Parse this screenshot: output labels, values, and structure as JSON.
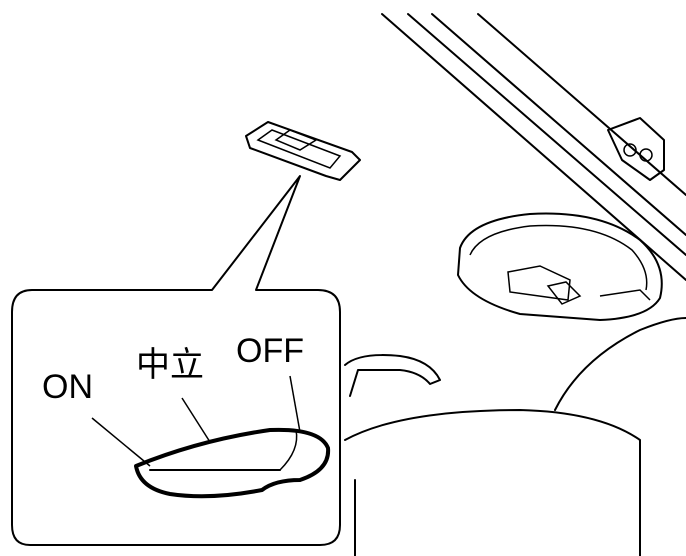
{
  "labels": {
    "on": "ON",
    "neutral": "中立",
    "off": "OFF"
  }
}
